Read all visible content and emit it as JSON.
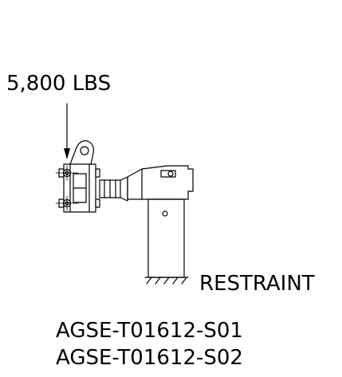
{
  "labels": {
    "load": "5,800 LBS",
    "restraint": "RESTRAINT"
  },
  "part_numbers": [
    "AGSE-T01612-S01",
    "AGSE-T01612-S02"
  ],
  "colors": {
    "line": "#000000",
    "background": "#ffffff"
  }
}
